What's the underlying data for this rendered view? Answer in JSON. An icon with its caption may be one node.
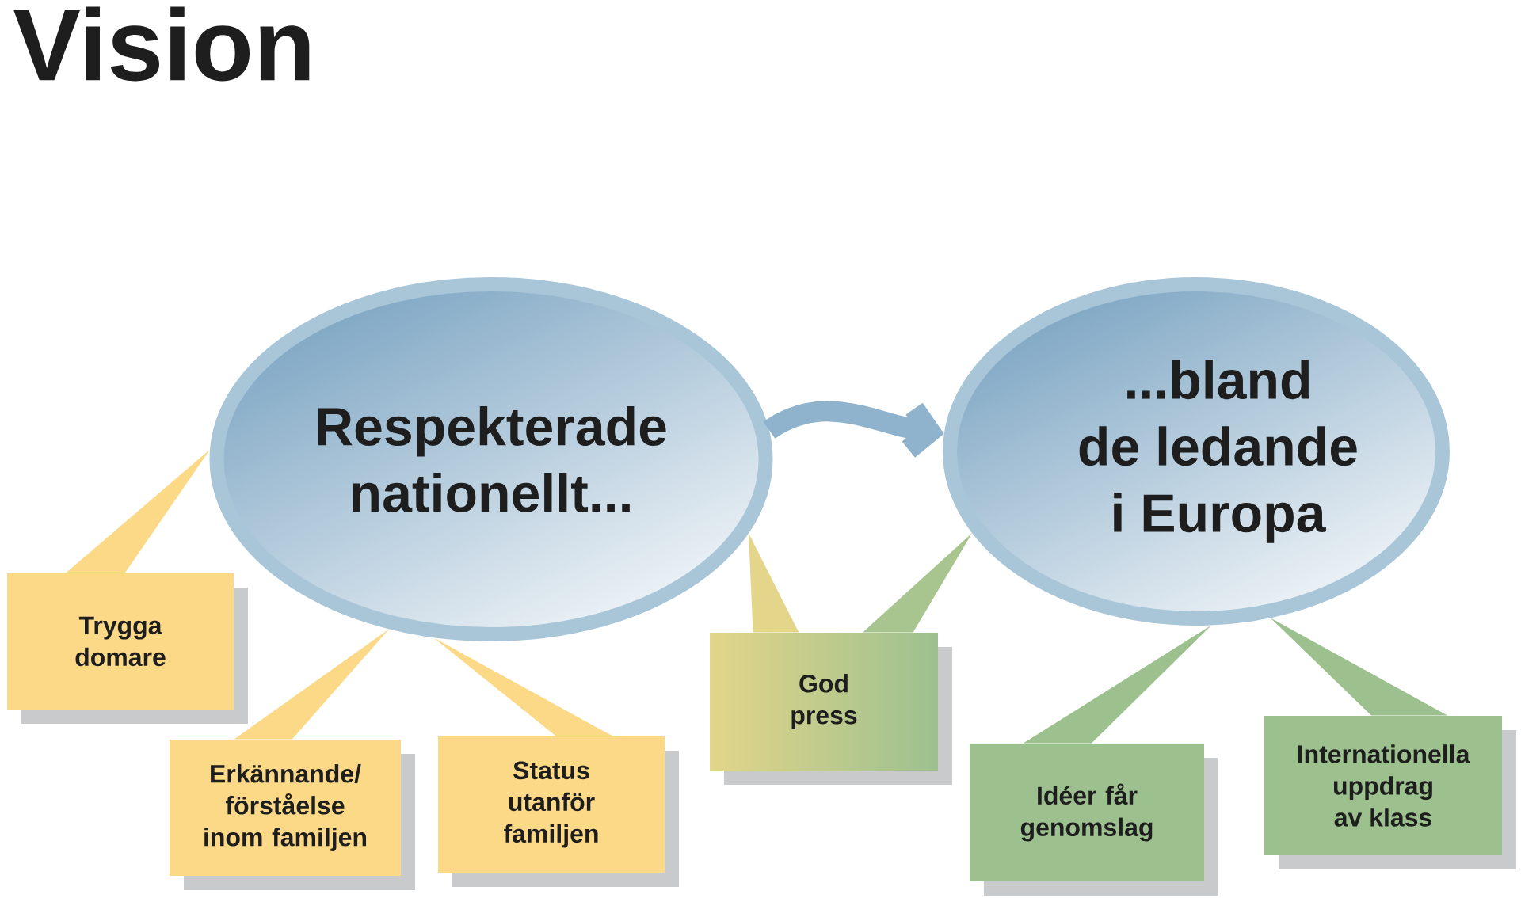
{
  "diagram": {
    "title": "Vision",
    "nodes": [
      {
        "text": [
          "Respekterade nationellt..."
        ]
      },
      {
        "text": [
          "...bland de ledande i Europa"
        ]
      },
      {
        "text": [
          "Trygga domare"
        ]
      },
      {
        "text": [
          "Erkännande/ förståelse inom familjen"
        ]
      },
      {
        "text": [
          "Status utanför familjen"
        ]
      },
      {
        "text": [
          "God press"
        ]
      },
      {
        "text": [
          "Idéer får genomslag"
        ]
      },
      {
        "text": [
          "Internationella uppdrag av klass"
        ]
      }
    ],
    "edges": [
      {
        "from": 0,
        "to": 1,
        "arrow": "to",
        "color": "#8fb3cc"
      },
      {
        "from": 2,
        "to": 0,
        "arrow": "none",
        "color": "#fcd987"
      },
      {
        "from": 3,
        "to": 0,
        "arrow": "none",
        "color": "#fcd987"
      },
      {
        "from": 4,
        "to": 0,
        "arrow": "none",
        "color": "#fcd987"
      },
      {
        "from": 5,
        "to": 0,
        "arrow": "none",
        "color": "#e3d58a"
      },
      {
        "from": 5,
        "to": 1,
        "arrow": "none",
        "color": "#a9c58f"
      },
      {
        "from": 6,
        "to": 1,
        "arrow": "none",
        "color": "#9cc18e"
      },
      {
        "from": 7,
        "to": 1,
        "arrow": "none",
        "color": "#9cc18e"
      }
    ]
  }
}
